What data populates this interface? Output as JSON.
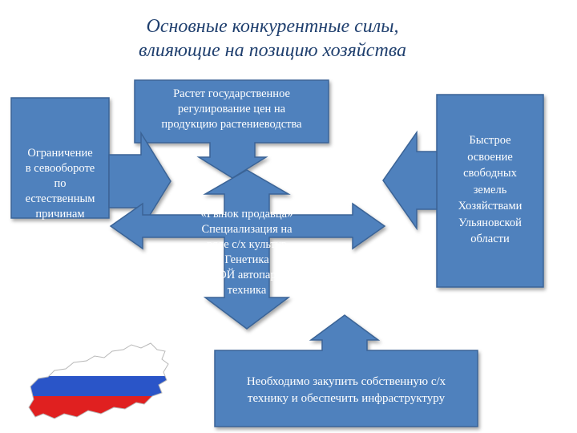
{
  "title": {
    "line1": "Основные конкурентные силы,",
    "line2": "влияющие на позицию хозяйства"
  },
  "boxes": {
    "top": [
      "Растет государственное",
      "регулирование цен на",
      "продукцию растениеводства"
    ],
    "left": [
      "Ограничение",
      "в севообороте",
      "по",
      "естественным",
      "причинам"
    ],
    "right": [
      "Быстрое",
      "освоение",
      "свободных",
      "земель",
      "Хозяйствами",
      "Ульяновской",
      "области"
    ],
    "center": [
      "«Рынок продавца»",
      "Специализация на",
      "ряде с/х культур",
      "Генетика",
      "СВОЙ автопарк и",
      "техника"
    ],
    "bottom": [
      "Необходимо закупить собственную с/х",
      "технику и обеспечить инфраструктуру"
    ]
  },
  "colors": {
    "box_fill": "#4f81bd",
    "box_stroke": "#3a6496",
    "title": "#1f3f6e",
    "flag_white": "#ffffff",
    "flag_blue": "#2a55c8",
    "flag_red": "#e02020"
  },
  "map_icon": "russia-flag-map"
}
